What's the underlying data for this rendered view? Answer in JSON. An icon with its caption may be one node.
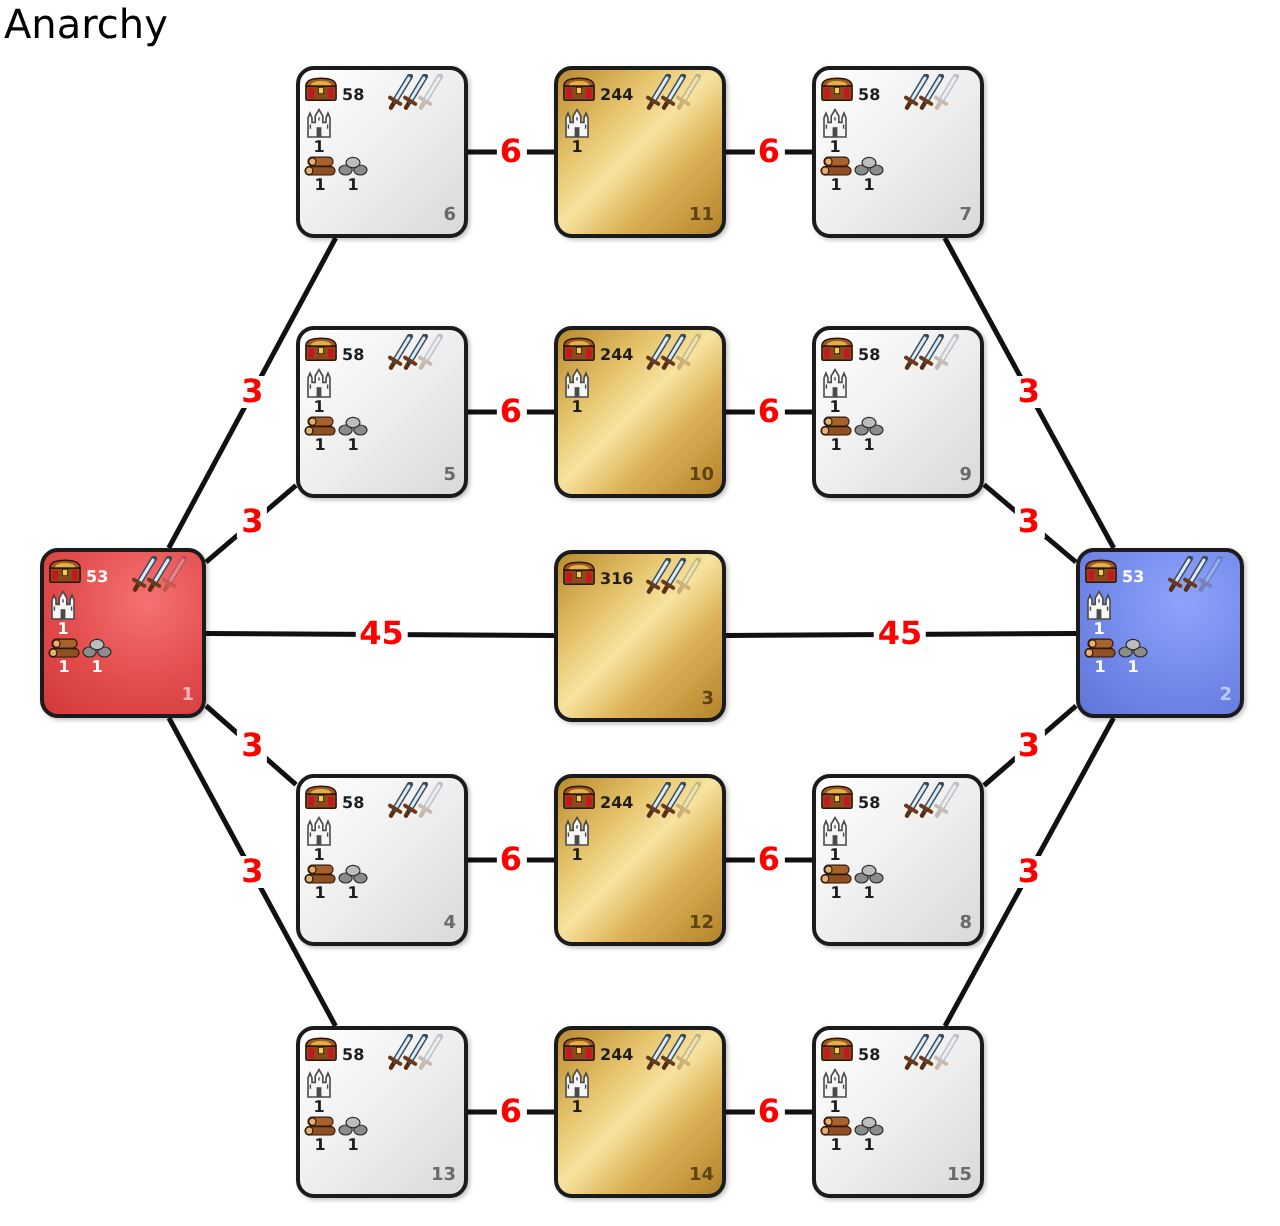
{
  "diagram": {
    "title": "Anarchy",
    "nodes": [
      {
        "text": [
          "58",
          "1",
          "1",
          "1",
          "6"
        ]
      },
      {
        "text": [
          "244",
          "1",
          "11"
        ]
      },
      {
        "text": [
          "58",
          "1",
          "1",
          "1",
          "7"
        ]
      },
      {
        "text": [
          "58",
          "1",
          "1",
          "1",
          "5"
        ]
      },
      {
        "text": [
          "244",
          "1",
          "10"
        ]
      },
      {
        "text": [
          "58",
          "1",
          "1",
          "1",
          "9"
        ]
      },
      {
        "text": [
          "53",
          "1",
          "1",
          "1",
          "1"
        ]
      },
      {
        "text": [
          "316",
          "3"
        ]
      },
      {
        "text": [
          "53",
          "1",
          "1",
          "1",
          "2"
        ]
      },
      {
        "text": [
          "58",
          "1",
          "1",
          "1",
          "4"
        ]
      },
      {
        "text": [
          "244",
          "1",
          "12"
        ]
      },
      {
        "text": [
          "58",
          "1",
          "1",
          "1",
          "8"
        ]
      },
      {
        "text": [
          "58",
          "1",
          "1",
          "1",
          "13"
        ]
      },
      {
        "text": [
          "244",
          "1",
          "14"
        ]
      },
      {
        "text": [
          "58",
          "1",
          "1",
          "1",
          "15"
        ]
      }
    ],
    "edges": [
      {
        "from": 6,
        "to": 0,
        "arrow": "none",
        "label": "3"
      },
      {
        "from": 6,
        "to": 3,
        "arrow": "none",
        "label": "3"
      },
      {
        "from": 6,
        "to": 7,
        "arrow": "none",
        "label": "45"
      },
      {
        "from": 6,
        "to": 9,
        "arrow": "none",
        "label": "3"
      },
      {
        "from": 6,
        "to": 12,
        "arrow": "none",
        "label": "3"
      },
      {
        "from": 0,
        "to": 1,
        "arrow": "none",
        "label": "6"
      },
      {
        "from": 1,
        "to": 2,
        "arrow": "none",
        "label": "6"
      },
      {
        "from": 3,
        "to": 4,
        "arrow": "none",
        "label": "6"
      },
      {
        "from": 4,
        "to": 5,
        "arrow": "none",
        "label": "6"
      },
      {
        "from": 9,
        "to": 10,
        "arrow": "none",
        "label": "6"
      },
      {
        "from": 10,
        "to": 11,
        "arrow": "none",
        "label": "6"
      },
      {
        "from": 12,
        "to": 13,
        "arrow": "none",
        "label": "6"
      },
      {
        "from": 13,
        "to": 14,
        "arrow": "none",
        "label": "6"
      },
      {
        "from": 7,
        "to": 8,
        "arrow": "none",
        "label": "45"
      },
      {
        "from": 2,
        "to": 8,
        "arrow": "none",
        "label": "3"
      },
      {
        "from": 5,
        "to": 8,
        "arrow": "none",
        "label": "3"
      },
      {
        "from": 11,
        "to": 8,
        "arrow": "none",
        "label": "3"
      },
      {
        "from": 14,
        "to": 8,
        "arrow": "none",
        "label": "3"
      }
    ]
  }
}
